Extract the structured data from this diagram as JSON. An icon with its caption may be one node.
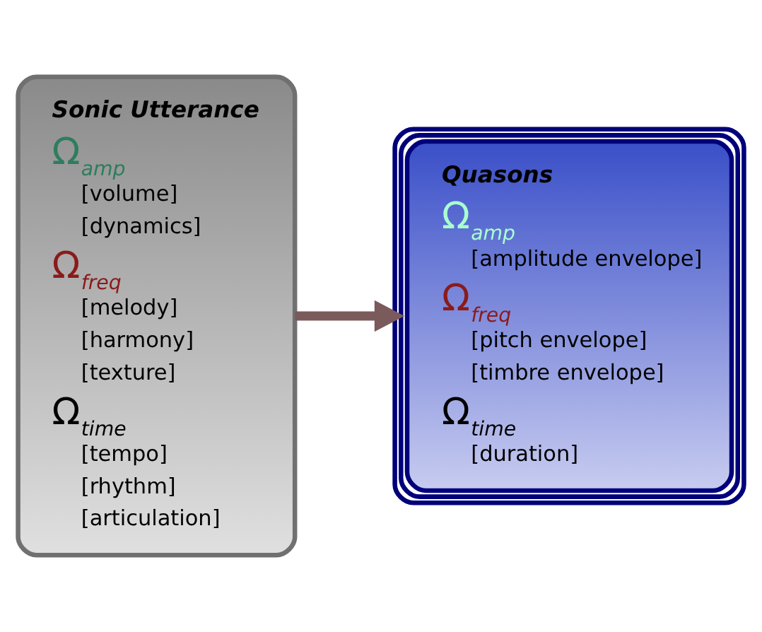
{
  "diagram": {
    "nodes": [
      {
        "text": [
          "Sonic Utterance",
          "Ω$_{amp}$",
          "[volume]",
          "[dynamics]",
          "Ω$_{freq}$",
          "[melody]",
          "[harmony]",
          "[texture]",
          "Ω$_{time}$",
          "[tempo]",
          "[rhythm]",
          "[articulation]"
        ]
      },
      {
        "text": [
          "Quasons",
          "Ω$_{amp}$",
          "[amplitude envelope]",
          "Ω$_{freq}$",
          "[pitch envelope]",
          "[timbre envelope]",
          "Ω$_{time}$",
          "[duration]"
        ]
      }
    ],
    "edges": [
      {
        "from": 0,
        "to": 1,
        "arrow": "to"
      }
    ]
  }
}
